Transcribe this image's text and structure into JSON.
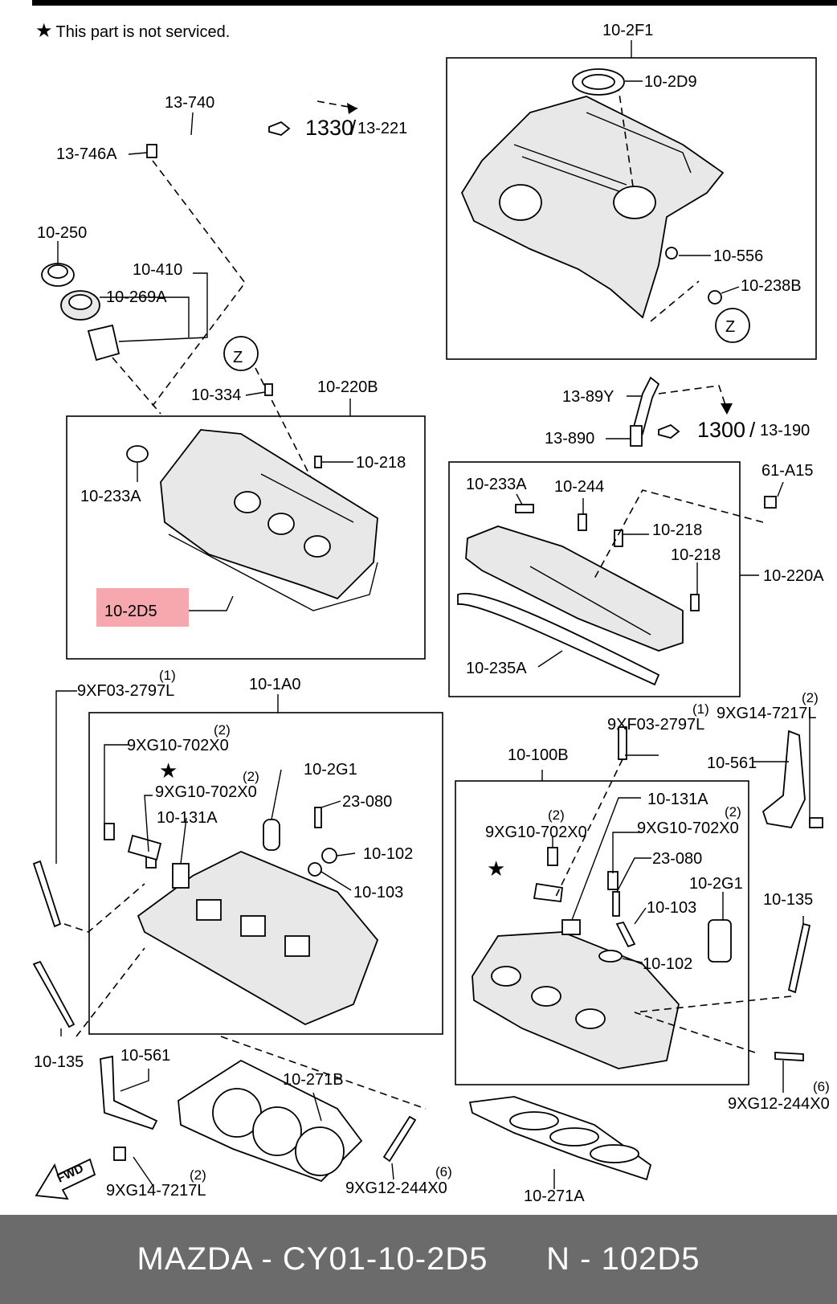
{
  "note": "This part is not serviced.",
  "note_icon": "star-icon",
  "highlight_color": "#f7a8ae",
  "footer": {
    "brand": "MAZDA - CY01-10-2D5",
    "code": "N - 102D5"
  },
  "labels": {
    "l_10_2F1": "10-2F1",
    "l_10_2D9": "10-2D9",
    "l_10_556": "10-556",
    "l_10_238B": "10-238B",
    "l_13_740": "13-740",
    "l_1330": "1330",
    "l_13_221": "13-221",
    "l_13_746A": "13-746A",
    "l_10_250": "10-250",
    "l_10_410": "10-410",
    "l_10_269A": "10-269A",
    "l_10_334": "10-334",
    "l_10_220B": "10-220B",
    "l_10_218a": "10-218",
    "l_10_233Aa": "10-233A",
    "l_10_2D5": "10-2D5",
    "l_13_89Y": "13-89Y",
    "l_13_890": "13-890",
    "l_1300": "1300",
    "l_13_190": "13-190",
    "l_61_A15": "61-A15",
    "l_10_233Ab": "10-233A",
    "l_10_244": "10-244",
    "l_10_218b": "10-218",
    "l_10_218c": "10-218",
    "l_10_220A": "10-220A",
    "l_10_235A": "10-235A",
    "l_9XF03a": "9XF03-2797L",
    "l_9XF03a_q": "(1)",
    "l_10_1A0": "10-1A0",
    "l_9XG10a": "9XG10-702X0",
    "l_9XG10a_q": "(2)",
    "l_9XG10b": "9XG10-702X0",
    "l_9XG10b_q": "(2)",
    "l_10_2G1a": "10-2G1",
    "l_23_080a": "23-080",
    "l_10_131Aa": "10-131A",
    "l_10_102a": "10-102",
    "l_10_103a": "10-103",
    "l_9XF03b": "9XF03-2797L",
    "l_9XF03b_q": "(1)",
    "l_9XG14a": "9XG14-7217L",
    "l_9XG14a_q": "(2)",
    "l_10_561a": "10-561",
    "l_10_100B": "10-100B",
    "l_10_131Ab": "10-131A",
    "l_9XG10c": "9XG10-702X0",
    "l_9XG10c_q": "(2)",
    "l_9XG10d": "9XG10-702X0",
    "l_9XG10d_q": "(2)",
    "l_23_080b": "23-080",
    "l_10_2G1b": "10-2G1",
    "l_10_103b": "10-103",
    "l_10_102b": "10-102",
    "l_10_135a": "10-135",
    "l_9XG12a": "9XG12-244X0",
    "l_9XG12a_q": "(6)",
    "l_10_135b": "10-135",
    "l_10_561b": "10-561",
    "l_10_271B": "10-271B",
    "l_9XG14b": "9XG14-7217L",
    "l_9XG14b_q": "(2)",
    "l_9XG12b": "9XG12-244X0",
    "l_9XG12b_q": "(6)",
    "l_10_271A": "10-271A",
    "fwd": "FWD",
    "z1": "Z",
    "z2": "Z"
  }
}
